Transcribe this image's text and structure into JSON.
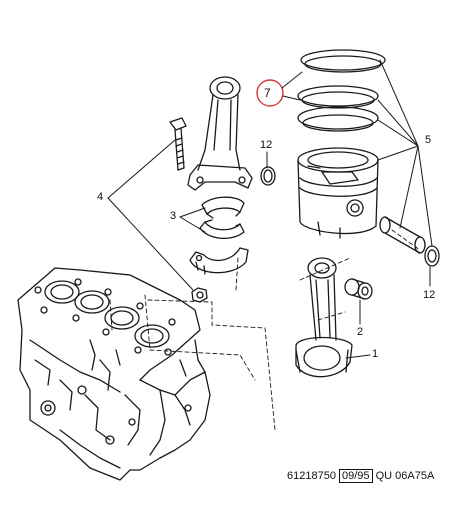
{
  "callouts": {
    "c1": "1",
    "c2": "2",
    "c3": "3",
    "c4": "4",
    "c5": "5",
    "c7": "7",
    "c12a": "12",
    "c12b": "12"
  },
  "footer": {
    "part_number": "61218750",
    "date_code": "09/95",
    "suffix": "QU  06A75A"
  },
  "colors": {
    "line": "#1a1a1a",
    "highlight_circle": "#d8373c"
  }
}
